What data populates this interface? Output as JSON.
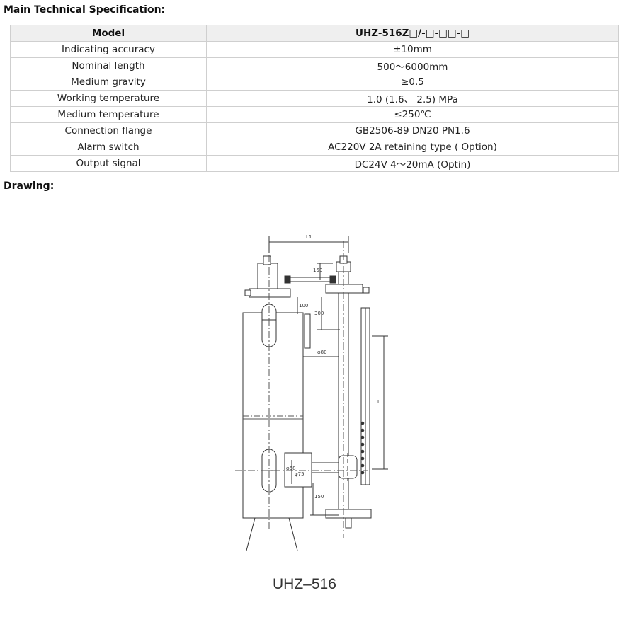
{
  "spec_heading": "Main Technical Specification:",
  "drawing_heading": "Drawing:",
  "table": {
    "header": {
      "label": "Model",
      "value": "UHZ-516Z□/-□-□□-□"
    },
    "rows": [
      {
        "label": "Indicating accuracy",
        "value": "±10mm"
      },
      {
        "label": "Nominal length",
        "value": "500～6000mm"
      },
      {
        "label": "Medium gravity",
        "value": "≥0.5"
      },
      {
        "label": "Working temperature",
        "value": "1.0 (1.6、 2.5) MPa"
      },
      {
        "label": "Medium temperature",
        "value": "≤250℃"
      },
      {
        "label": "Connection flange",
        "value": "GB2506-89 DN20 PN1.6"
      },
      {
        "label": "Alarm switch",
        "value": "AC220V 2A retaining type ( Option)"
      },
      {
        "label": "Output signal",
        "value": "DC24V 4～20mA (Optin)"
      }
    ]
  },
  "drawing": {
    "caption": "UHZ–516",
    "dims": {
      "l1": "L1",
      "l": "L",
      "d150_top": "150",
      "d100": "100",
      "d300": "300",
      "d80": "φ80",
      "d58": "φ58",
      "d75": "φ75",
      "d150_bot": "150"
    }
  }
}
